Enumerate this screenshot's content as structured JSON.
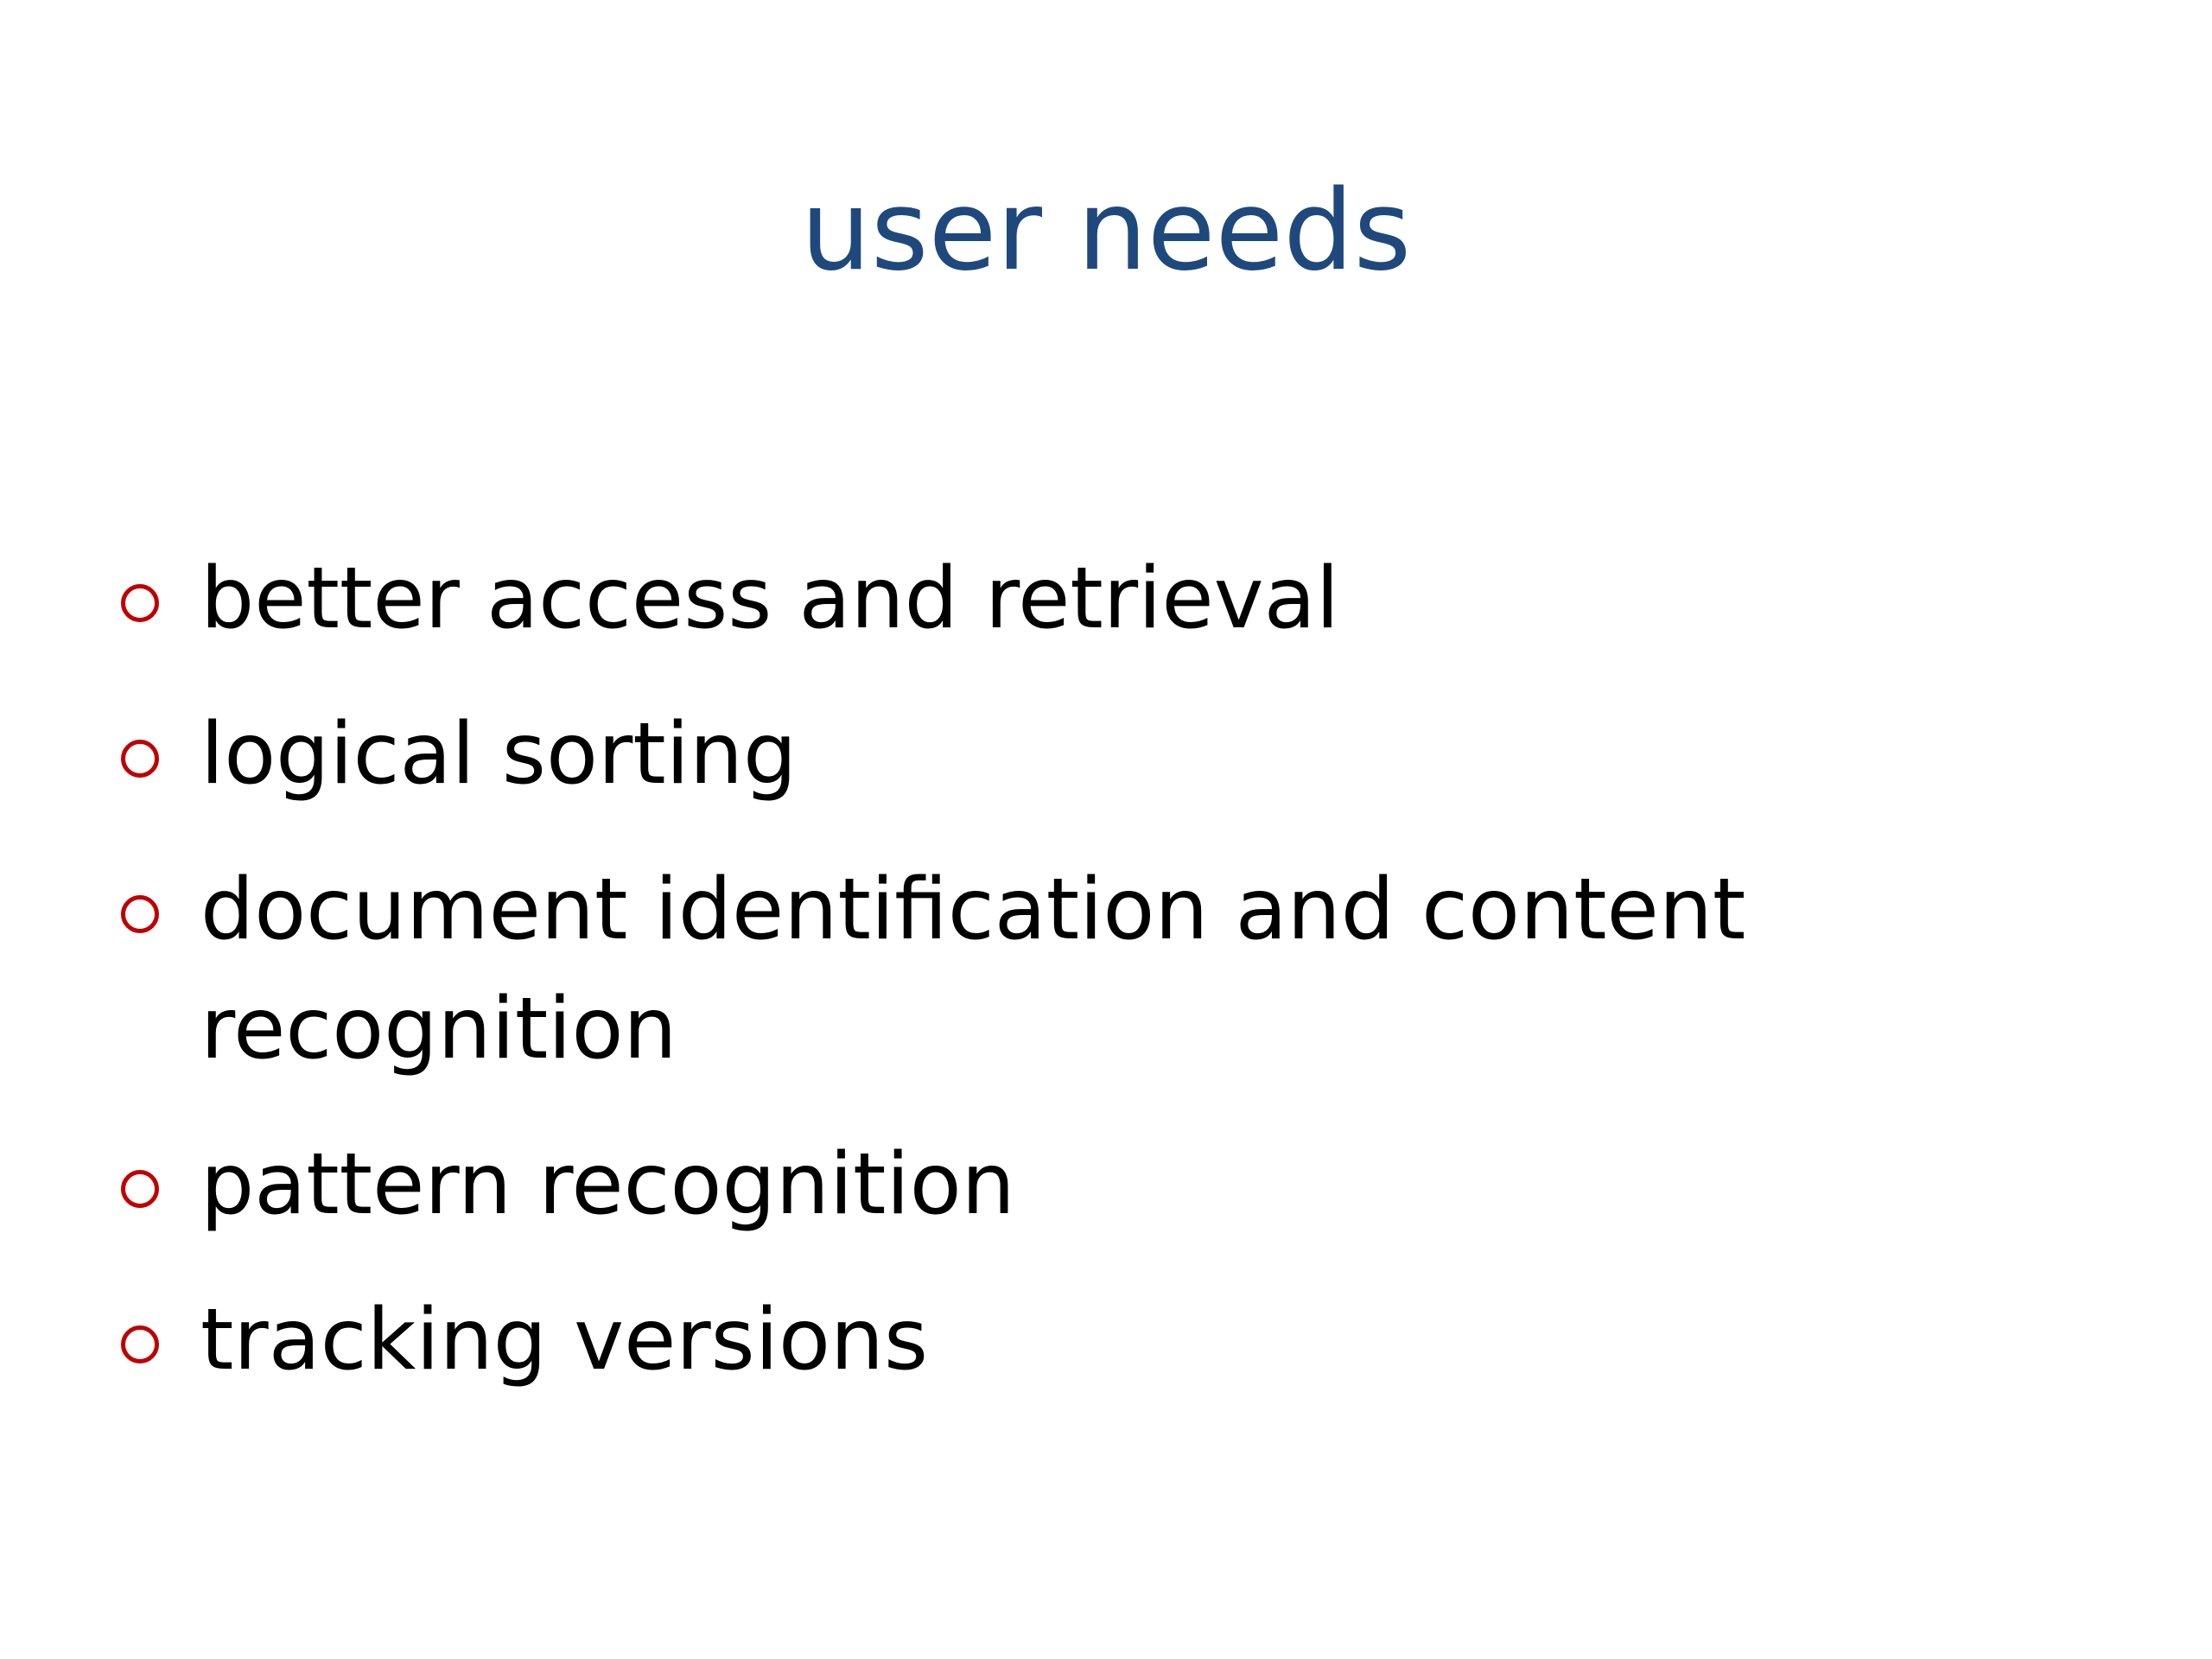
{
  "slide": {
    "title": "user needs",
    "title_color": "#1f497d",
    "bullet_color": "#c00000",
    "bullet_icon": "hollow-circle-icon",
    "bullets": [
      {
        "text": "better access and retrieval"
      },
      {
        "text": "logical sorting"
      },
      {
        "text": "document identification and content recognition"
      },
      {
        "text": "pattern recognition"
      },
      {
        "text": "tracking versions"
      }
    ]
  }
}
